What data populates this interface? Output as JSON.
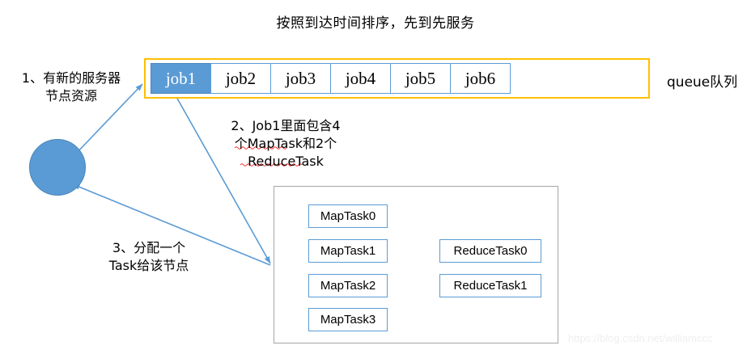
{
  "title": "按照到达时间排序，先到先服务",
  "colors": {
    "queue_border": "#ffbf00",
    "job_active_fill": "#5b9bd5",
    "task_border": "#5b9bd5",
    "panel_border": "#a6a6a6",
    "arrow": "#5b9bd5",
    "node_fill": "#5b9bd5",
    "watermark": "#efefef"
  },
  "queue": {
    "label": "queue队列",
    "jobs": [
      {
        "label": "job1",
        "active": true
      },
      {
        "label": "job2",
        "active": false
      },
      {
        "label": "job3",
        "active": false
      },
      {
        "label": "job4",
        "active": false
      },
      {
        "label": "job5",
        "active": false
      },
      {
        "label": "job6",
        "active": false
      }
    ]
  },
  "annotations": [
    {
      "id": 1,
      "text": "1、有新的服务器\n节点资源"
    },
    {
      "id": 2,
      "text": "2、Job1里面包含4\n个MapTask和2个\nReduceTask"
    },
    {
      "id": 3,
      "text": "3、分配一个\nTask给该节点"
    }
  ],
  "server_node": {
    "name": "server-node"
  },
  "task_panel": {
    "map_tasks": [
      "MapTask0",
      "MapTask1",
      "MapTask2",
      "MapTask3"
    ],
    "reduce_tasks": [
      "ReduceTask0",
      "ReduceTask1"
    ]
  },
  "watermark": "https://blog.csdn.net/williamccc"
}
